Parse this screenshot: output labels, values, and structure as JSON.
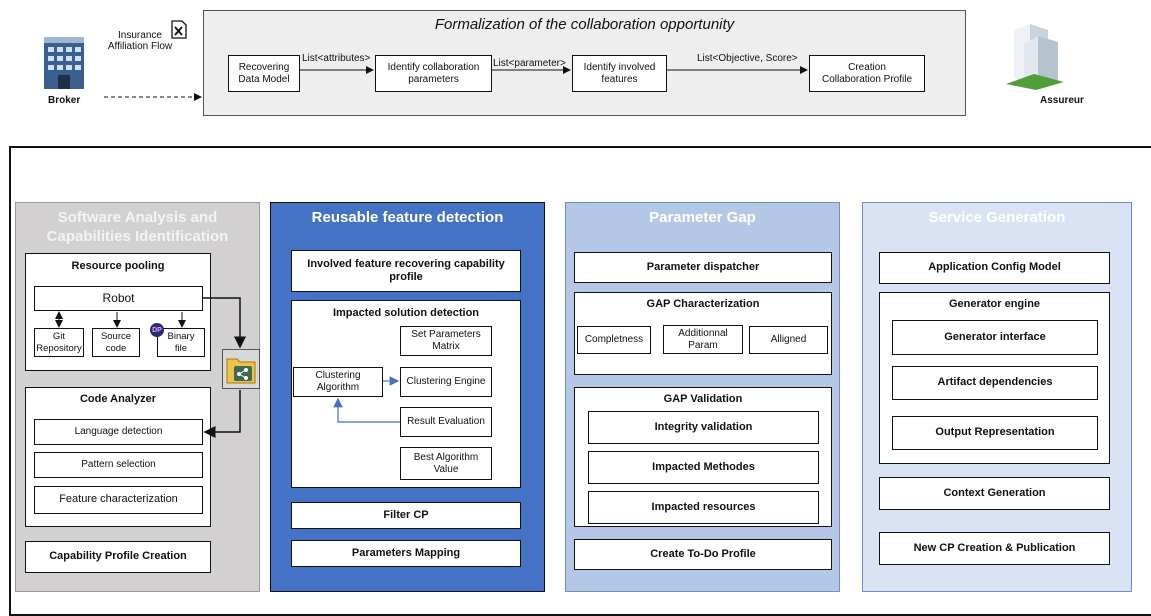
{
  "top": {
    "title": "Formalization of the collaboration opportunity",
    "broker_label": "Broker",
    "assureur_label": "Assureur",
    "insurance_label": "Insurance\nAffiliation Flow",
    "steps": [
      "Recovering\nData Model",
      "Identify collaboration\nparameters",
      "Identify involved\nfeatures",
      "Creation\nCollaboration Profile"
    ],
    "edges": [
      "List<attributes>",
      "List<parameter>",
      "List<Objective, Score>"
    ]
  },
  "p1": {
    "title": "Software Analysis and\nCapabilities Identification",
    "resource_pooling": "Resource pooling",
    "robot": "Robot",
    "git": "Git\nRepository",
    "source": "Source\ncode",
    "binary": "Binary\nfile",
    "binary_badge": "DP",
    "code_analyzer": "Code Analyzer",
    "items": [
      "Language detection",
      "Pattern selection",
      "Feature characterization"
    ],
    "capability": "Capability Profile Creation"
  },
  "p2": {
    "title": "Reusable feature detection",
    "involved": "Involved feature recovering capability\nprofile",
    "impacted": "Impacted solution detection",
    "set_params": "Set Parameters\nMatrix",
    "clustering_alg": "Clustering\nAlgorithm",
    "clustering_engine": "Clustering Engine",
    "result_eval": "Result Evaluation",
    "best_alg": "Best Algorithm\nValue",
    "filter": "Filter CP",
    "mapping": "Parameters Mapping"
  },
  "p3": {
    "title": "Parameter Gap",
    "dispatcher": "Parameter dispatcher",
    "gap_char": "GAP Characterization",
    "completness": "Completness",
    "additional": "Additionnal\nParam",
    "alligned": "Alligned",
    "gap_val": "GAP Validation",
    "integrity": "Integrity validation",
    "methodes": "Impacted Methodes",
    "resources": "Impacted resources",
    "todo": "Create To-Do Profile"
  },
  "p4": {
    "title": "Service Generation",
    "config": "Application Config Model",
    "engine": "Generator engine",
    "interface": "Generator interface",
    "artifact": "Artifact dependencies",
    "output": "Output Representation",
    "context": "Context Generation",
    "new_cp": "New CP Creation & Publication"
  },
  "colors": {
    "p1_bg": "#d2d0d0",
    "p2_bg": "#4472c4",
    "p3_bg": "#b4c7e7",
    "p4_bg": "#dae3f3"
  }
}
